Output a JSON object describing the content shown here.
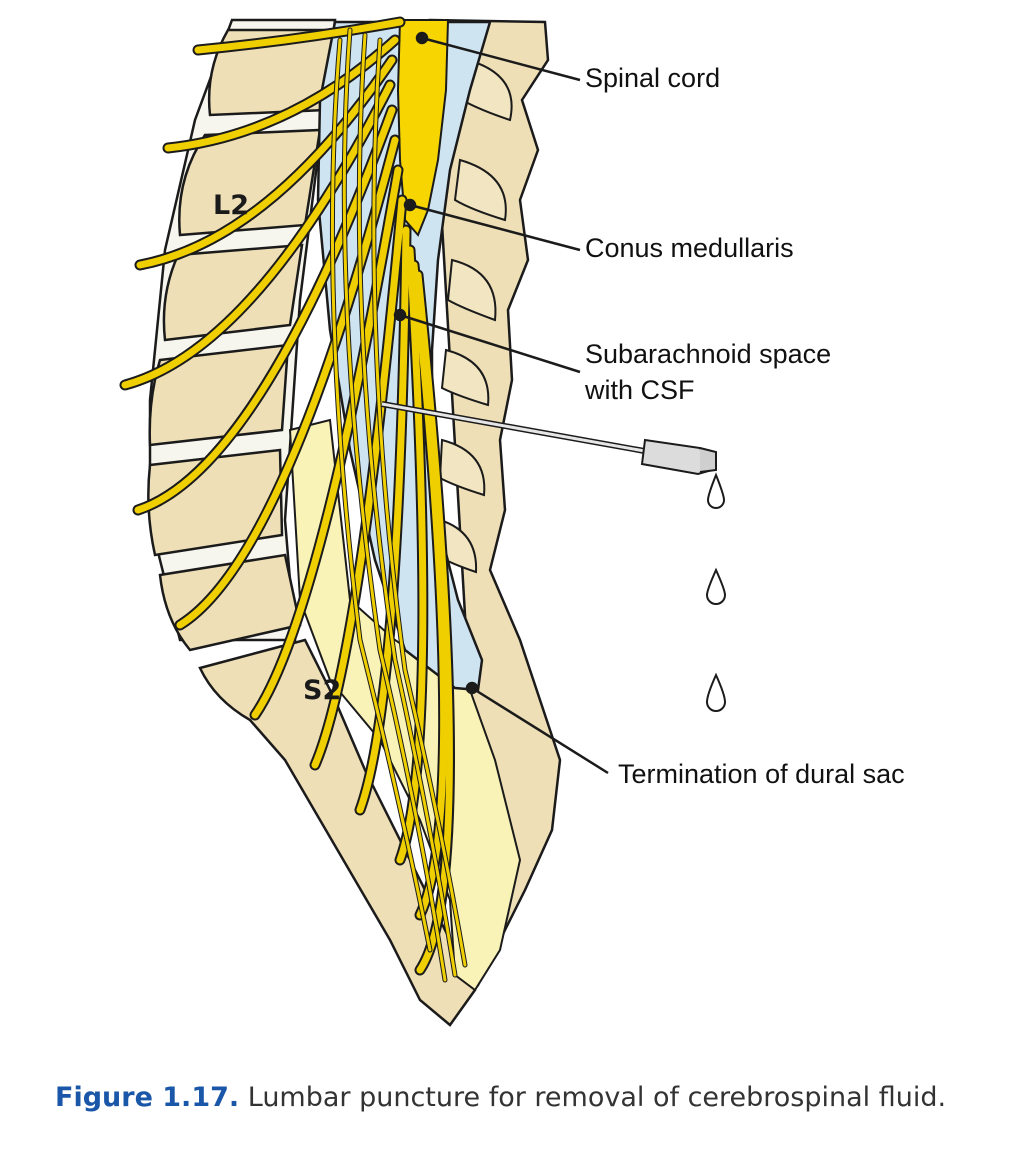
{
  "diagram": {
    "vertebra_labels": {
      "upper": "L2",
      "lower": "S2"
    },
    "callouts": {
      "spinal_cord": "Spinal cord",
      "conus_medullaris": "Conus medullaris",
      "subarachnoid_line1": "Subarachnoid space",
      "subarachnoid_line2": "with CSF",
      "dural_sac": "Termination of dural sac"
    },
    "colors": {
      "bone": "#eedfb6",
      "disc": "#f7f6ee",
      "csf": "#cfe4f1",
      "cauda_fill": "#faf3b8",
      "nerve": "#f0cf00",
      "cord": "#f6d500",
      "outline": "#1b1b1b"
    }
  },
  "caption": {
    "figure_number": "Figure 1.17.",
    "text": "Lumbar puncture for removal of cerebrospinal fluid."
  }
}
